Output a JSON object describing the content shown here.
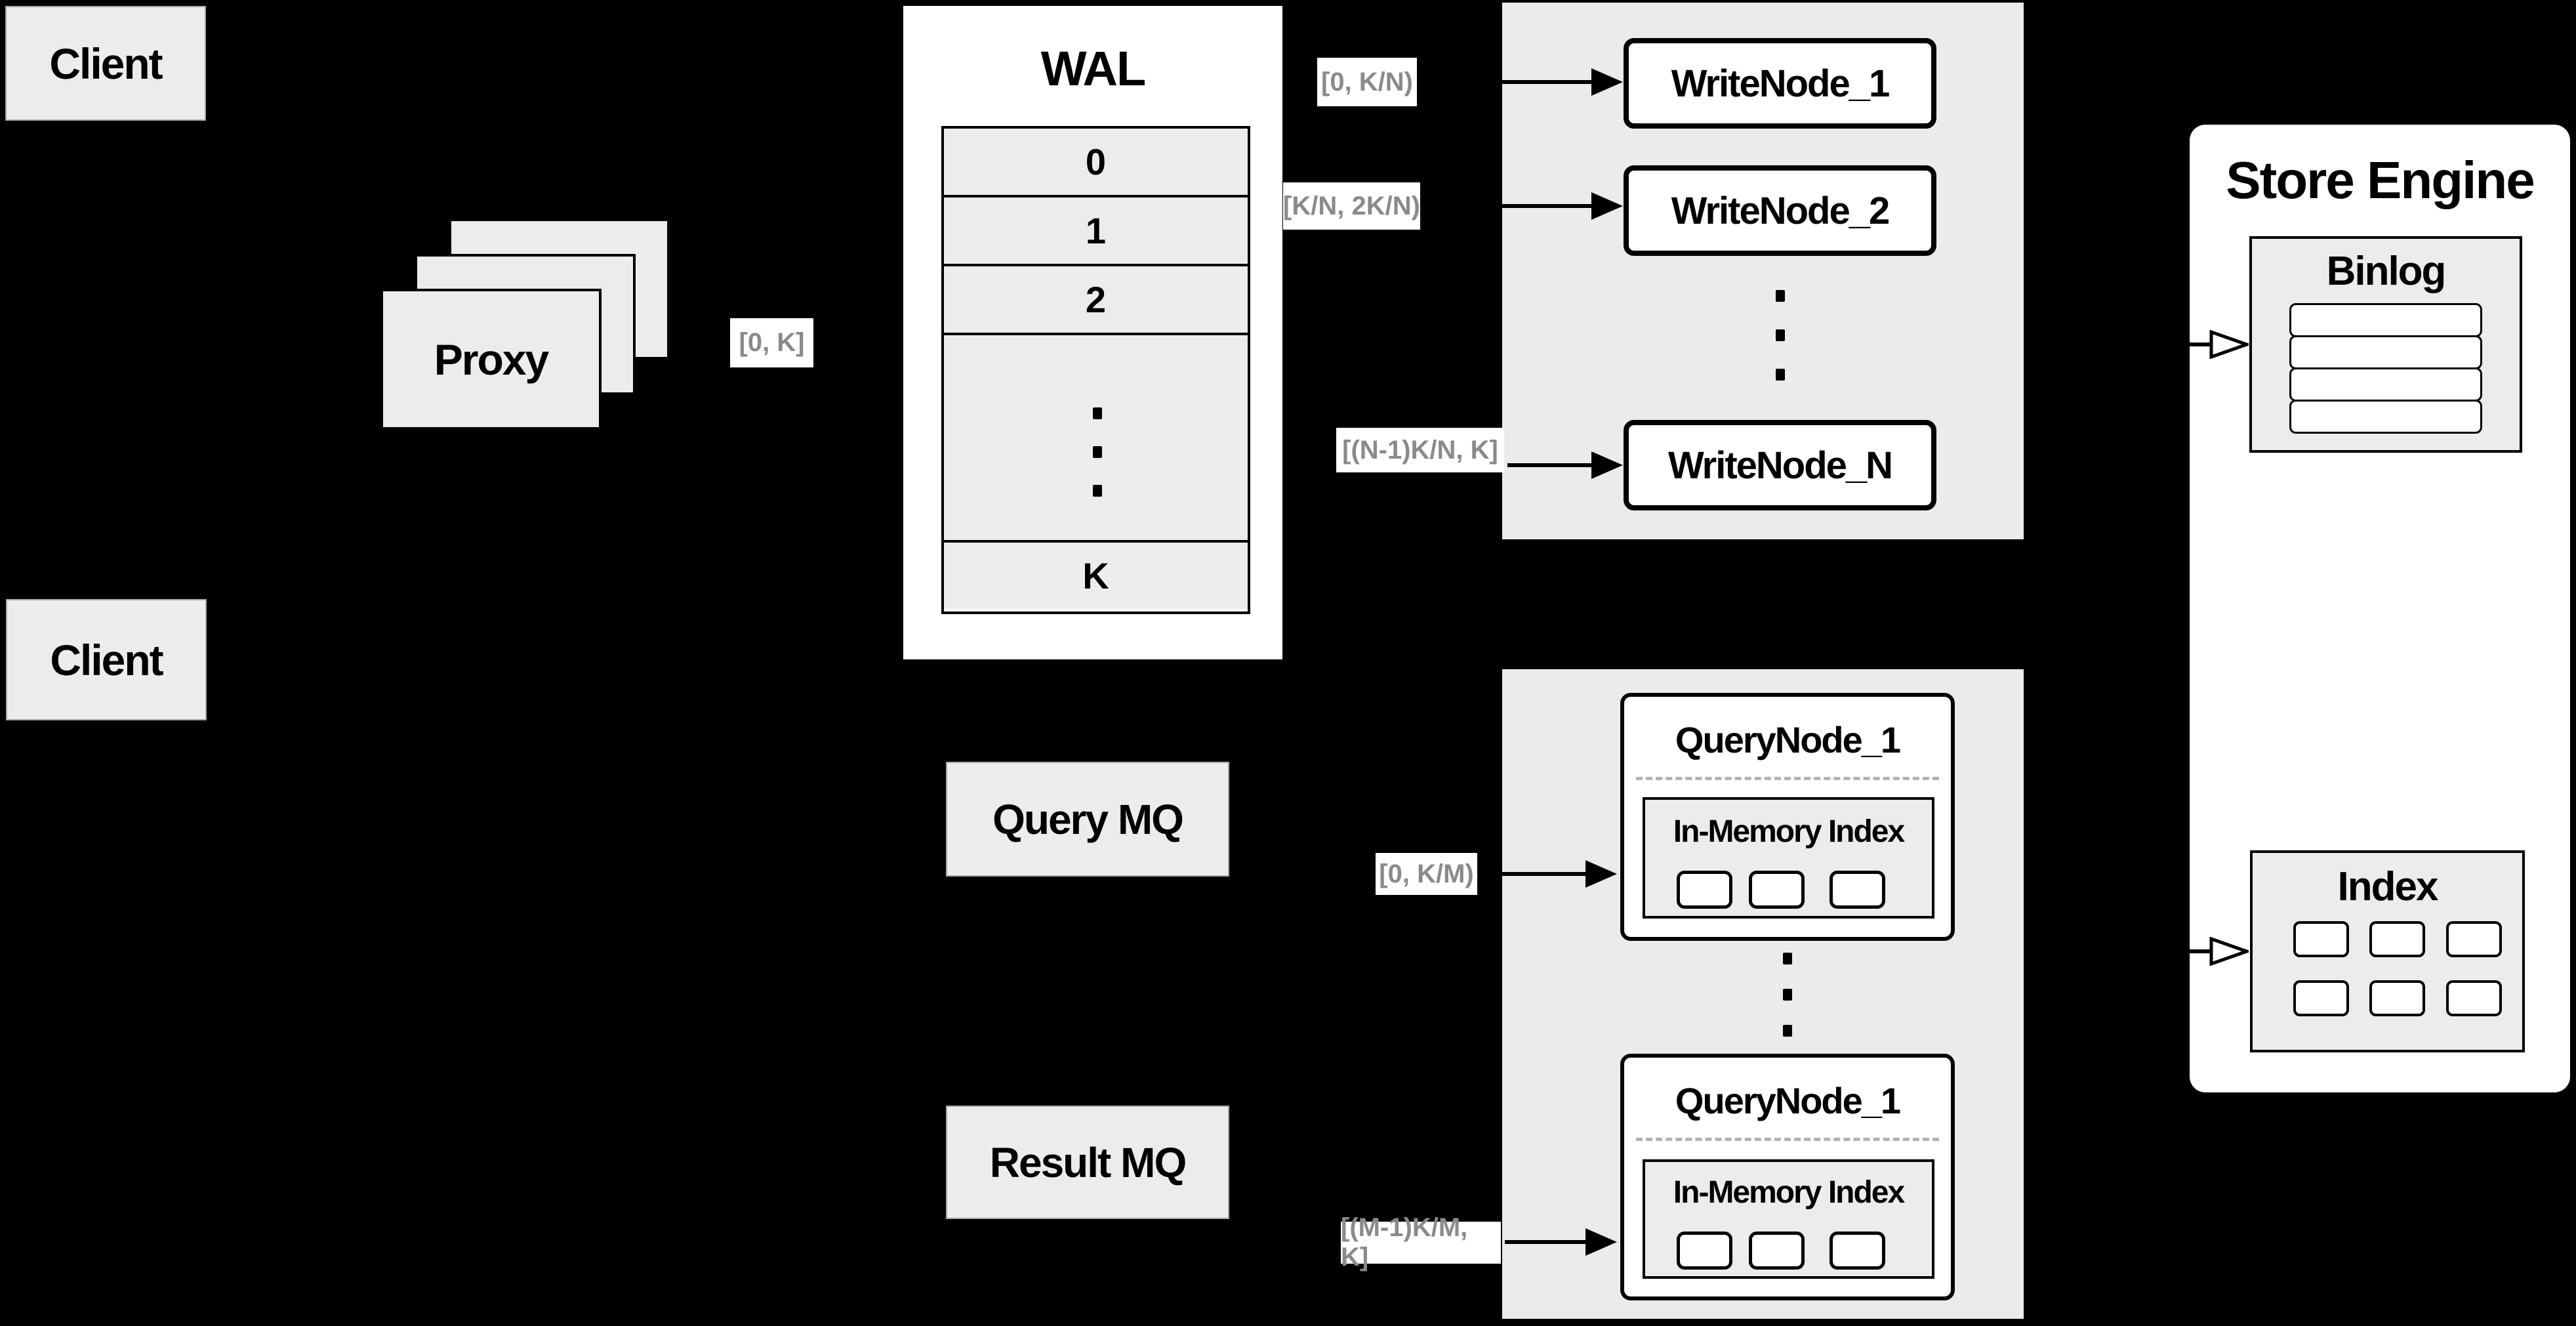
{
  "colors": {
    "background": "#000000",
    "container_gray": "#ebebeb",
    "box_gray": "#ececec",
    "white": "#ffffff",
    "border_black": "#000000",
    "range_label_text": "#8a8a8a"
  },
  "clients": {
    "top_label": "Client",
    "bottom_label": "Client"
  },
  "proxy": {
    "label": "Proxy"
  },
  "range_labels": {
    "proxy_to_wal": "[0, K]",
    "wal_to_writenode1": "[0, K/N)",
    "wal_to_writenode2": "[K/N, 2K/N)",
    "wal_to_writenodeN": "[(N-1)K/N, K]",
    "querymq_to_querynode1": "[0, K/M)",
    "resultmq_to_querynode2": "[(M-1)K/M, K]"
  },
  "wal": {
    "title": "WAL",
    "segments": [
      "0",
      "1",
      "2",
      "K"
    ]
  },
  "write_nodes": {
    "node1": "WriteNode_1",
    "node2": "WriteNode_2",
    "nodeN": "WriteNode_N"
  },
  "mq": {
    "query": "Query MQ",
    "result": "Result MQ"
  },
  "query_nodes": {
    "node1": {
      "title": "QueryNode_1",
      "inner_title": "In-Memory Index"
    },
    "node2": {
      "title": "QueryNode_1",
      "inner_title": "In-Memory Index"
    }
  },
  "store_engine": {
    "title": "Store Engine",
    "binlog_title": "Binlog",
    "index_title": "Index"
  }
}
